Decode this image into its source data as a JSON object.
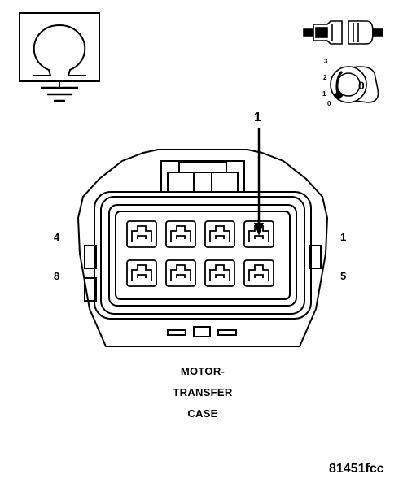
{
  "figure": {
    "callout": "1",
    "pin_labels": {
      "top_left": "4",
      "bottom_left": "8",
      "top_right": "1",
      "bottom_right": "5"
    },
    "caption_lines": [
      "MOTOR-",
      "TRANSFER",
      "CASE"
    ],
    "reference": "81451fcc"
  },
  "icons": {
    "ohmmeter": "ohmmeter-ground-icon",
    "connector": "disconnected-connector-icon",
    "ignition": "ignition-key-off-icon",
    "ignition_positions": [
      "3",
      "2",
      "1",
      "0"
    ],
    "ignition_key_text": "0"
  }
}
